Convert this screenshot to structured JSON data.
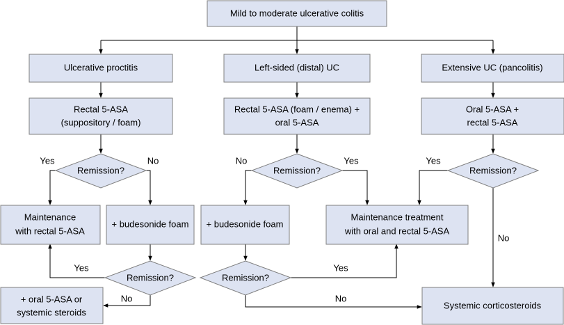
{
  "nodes": {
    "root": "Mild to moderate ulcerative colitis",
    "proctitis": "Ulcerative proctitis",
    "left_sided": "Left-sided (distal) UC",
    "extensive": "Extensive UC (pancolitis)",
    "rectal_5asa_supp": [
      "Rectal 5-ASA",
      "(suppository / foam)"
    ],
    "rectal_5asa_foam_oral": [
      "Rectal 5-ASA (foam / enema) +",
      "oral 5-ASA"
    ],
    "oral_rectal_5asa": [
      "Oral 5-ASA +",
      "rectal 5-ASA"
    ],
    "remission_1": "Remission?",
    "remission_2": "Remission?",
    "remission_3": "Remission?",
    "maintenance_rectal": [
      "Maintenance",
      "with rectal 5-ASA"
    ],
    "budesonide_1": "+ budesonide foam",
    "budesonide_2": "+ budesonide foam",
    "maintenance_oral_rectal": [
      "Maintenance treatment",
      "with oral and rectal 5-ASA"
    ],
    "remission_4": "Remission?",
    "remission_5": "Remission?",
    "oral_or_steroids": [
      "+ oral 5-ASA or",
      "systemic steroids"
    ],
    "systemic_corticosteroids": "Systemic corticosteroids"
  },
  "edge_labels": {
    "r1_yes": "Yes",
    "r1_no": "No",
    "r2_no": "No",
    "r2_yes": "Yes",
    "r3_yes": "Yes",
    "r3_no": "No",
    "r4_yes": "Yes",
    "r4_no": "No",
    "r5_yes": "Yes",
    "r5_no": "No"
  }
}
